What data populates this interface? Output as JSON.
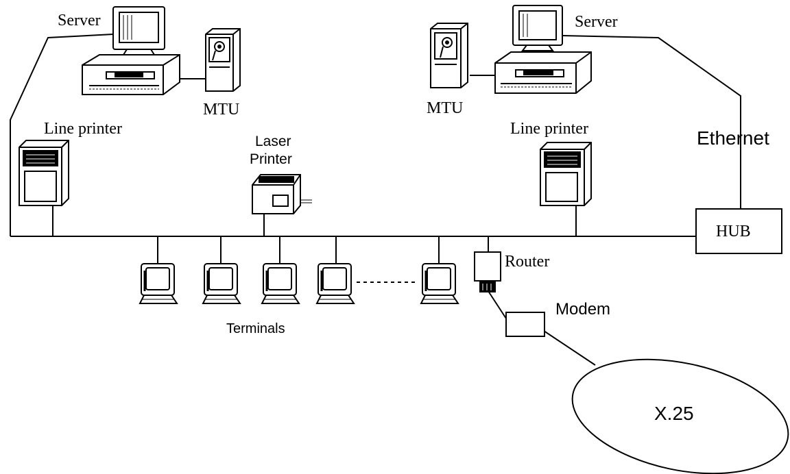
{
  "labels": {
    "server_left": "Server",
    "server_right": "Server",
    "mtu_left": "MTU",
    "mtu_right": "MTU",
    "line_printer_left": "Line printer",
    "line_printer_right": "Line printer",
    "laser_printer_1": "Laser",
    "laser_printer_2": "Printer",
    "ethernet": "Ethernet",
    "hub": "HUB",
    "router": "Router",
    "modem": "Modem",
    "terminals": "Terminals",
    "x25": "X.25"
  }
}
